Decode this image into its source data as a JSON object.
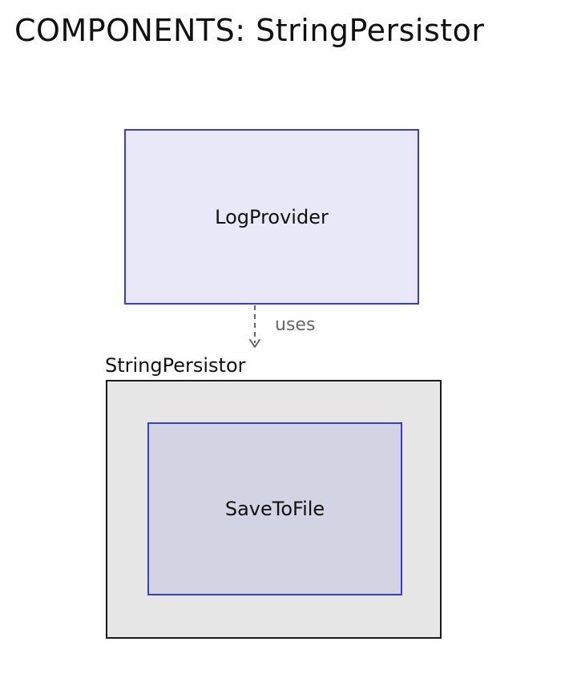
{
  "diagram": {
    "title": "COMPONENTS: StringPersistor",
    "nodes": {
      "log_provider": "LogProvider",
      "save_to_file": "SaveToFile"
    },
    "package": {
      "label": "StringPersistor"
    },
    "edges": [
      {
        "from": "LogProvider",
        "to": "StringPersistor",
        "label": "uses",
        "style": "dashed"
      }
    ]
  },
  "colors": {
    "component_fill": "#e8e8f8",
    "component_border": "#3b3bd6",
    "package_fill": "#e6e6e6",
    "package_border": "#1a1a1a",
    "inner_component_fill": "#d3d4e3",
    "edge": "#666666"
  }
}
